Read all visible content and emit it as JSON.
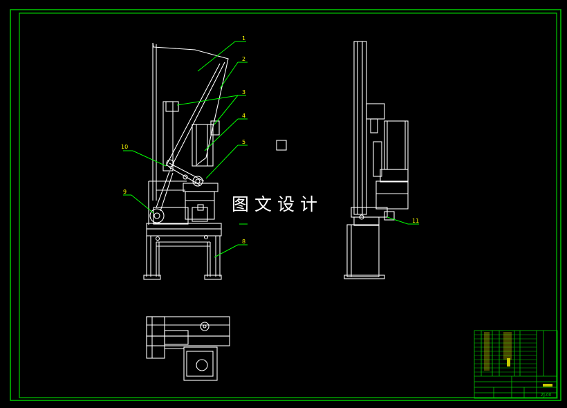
{
  "drawing": {
    "colors": {
      "background": "#000000",
      "frame": "#00c800",
      "outline": "#ffffff",
      "leader": "#00ff00",
      "label": "#ffff00"
    },
    "watermark": "图文设计",
    "part_labels": [
      "1",
      "2",
      "3",
      "4",
      "5",
      "10",
      "9",
      "8",
      "11"
    ],
    "title_block": {
      "drawing_number": "ZJ-00"
    }
  }
}
